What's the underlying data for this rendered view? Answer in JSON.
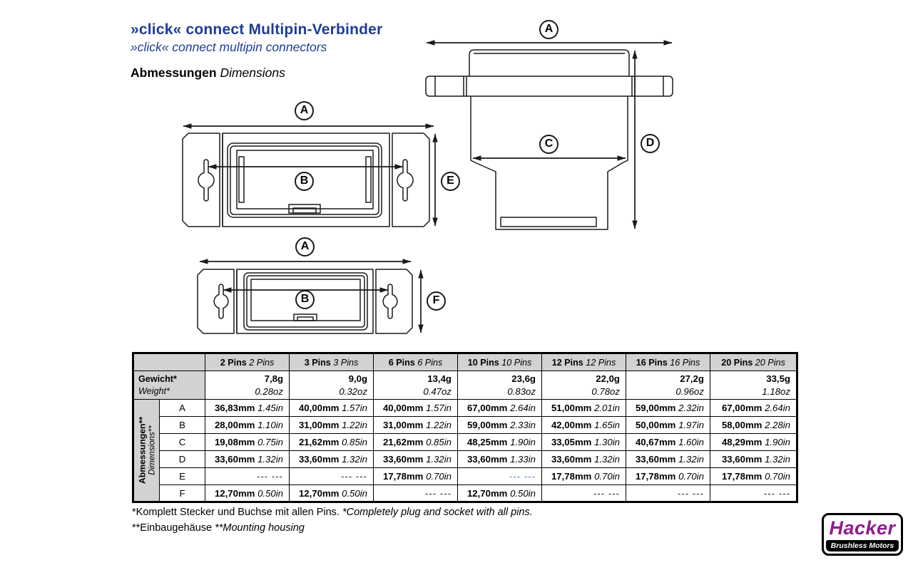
{
  "header": {
    "title_de": "»click« connect Multipin-Verbinder",
    "title_en": "»click« connect multipin connectors",
    "section_de": "Abmessungen",
    "section_en": "Dimensions"
  },
  "diagram": {
    "circles": [
      {
        "letter": "A"
      },
      {
        "letter": "B"
      },
      {
        "letter": "E"
      },
      {
        "letter": "A"
      },
      {
        "letter": "C"
      },
      {
        "letter": "D"
      },
      {
        "letter": "A"
      },
      {
        "letter": "B"
      },
      {
        "letter": "F"
      }
    ]
  },
  "table": {
    "na_text": "--- ---",
    "weight_label_de": "Gewicht*",
    "weight_label_en": "Weight*",
    "dim_label_de": "Abmessungen**",
    "dim_label_en": "Dimensions**",
    "columns": [
      {
        "de": "2 Pins",
        "en": "2 Pins",
        "weight_g": "7,8g",
        "weight_oz": "0.28oz"
      },
      {
        "de": "3 Pins",
        "en": "3 Pins",
        "weight_g": "9,0g",
        "weight_oz": "0.32oz"
      },
      {
        "de": "6 Pins",
        "en": "6 Pins",
        "weight_g": "13,4g",
        "weight_oz": "0.47oz"
      },
      {
        "de": "10 Pins",
        "en": "10 Pins",
        "weight_g": "23,6g",
        "weight_oz": "0.83oz"
      },
      {
        "de": "12 Pins",
        "en": "12 Pins",
        "weight_g": "22,0g",
        "weight_oz": "0.78oz"
      },
      {
        "de": "16 Pins",
        "en": "16 Pins",
        "weight_g": "27,2g",
        "weight_oz": "0.96oz"
      },
      {
        "de": "20 Pins",
        "en": "20 Pins",
        "weight_g": "33,5g",
        "weight_oz": "1.18oz"
      }
    ],
    "rows": [
      {
        "id": "A",
        "cells": [
          [
            "36,83mm",
            "1.45in"
          ],
          [
            "40,00mm",
            "1.57in"
          ],
          [
            "40,00mm",
            "1.57in"
          ],
          [
            "67,00mm",
            "2.64in"
          ],
          [
            "51,00mm",
            "2.01in"
          ],
          [
            "59,00mm",
            "2.32in"
          ],
          [
            "67,00mm",
            "2.64in"
          ]
        ]
      },
      {
        "id": "B",
        "cells": [
          [
            "28,00mm",
            "1.10in"
          ],
          [
            "31,00mm",
            "1.22in"
          ],
          [
            "31,00mm",
            "1.22in"
          ],
          [
            "59,00mm",
            "2.33in"
          ],
          [
            "42,00mm",
            "1.65in"
          ],
          [
            "50,00mm",
            "1.97in"
          ],
          [
            "58,00mm",
            "2.28in"
          ]
        ]
      },
      {
        "id": "C",
        "cells": [
          [
            "19,08mm",
            "0.75in"
          ],
          [
            "21,62mm",
            "0.85in"
          ],
          [
            "21,62mm",
            "0.85in"
          ],
          [
            "48,25mm",
            "1.90in"
          ],
          [
            "33,05mm",
            "1.30in"
          ],
          [
            "40,67mm",
            "1.60in"
          ],
          [
            "48,29mm",
            "1.90in"
          ]
        ]
      },
      {
        "id": "D",
        "cells": [
          [
            "33,60mm",
            "1.32in"
          ],
          [
            "33,60mm",
            "1.32in"
          ],
          [
            "33,60mm",
            "1.32in"
          ],
          [
            "33,60mm",
            "1.33in"
          ],
          [
            "33,60mm",
            "1.32in"
          ],
          [
            "33,60mm",
            "1.32in"
          ],
          [
            "33,60mm",
            "1.32in"
          ]
        ]
      },
      {
        "id": "E",
        "cells": [
          null,
          null,
          [
            "17,78mm",
            "0.70in"
          ],
          "blue",
          [
            "17,78mm",
            "0.70in"
          ],
          [
            "17,78mm",
            "0.70in"
          ],
          [
            "17,78mm",
            "0.70in"
          ]
        ]
      },
      {
        "id": "F",
        "cells": [
          [
            "12,70mm",
            "0.50in"
          ],
          [
            "12,70mm",
            "0.50in"
          ],
          null,
          [
            "12,70mm",
            "0.50in"
          ],
          null,
          null,
          null
        ]
      }
    ]
  },
  "footnotes": {
    "n1_de": "*Komplett Stecker und Buchse mit allen Pins.",
    "n1_en": "*Completely plug and socket with all pins.",
    "n2_de": "**Einbaugehäuse",
    "n2_en": "**Mounting housing"
  },
  "logo": {
    "brand": "Hacker",
    "tagline": "Brushless Motors"
  },
  "colors": {
    "title_blue": "#1e3c99",
    "header_gray": "#d2d2d2",
    "na_blue": "#4f74c9",
    "logo_purple": "#8e1d8e",
    "line_black": "#1a1a1a"
  }
}
